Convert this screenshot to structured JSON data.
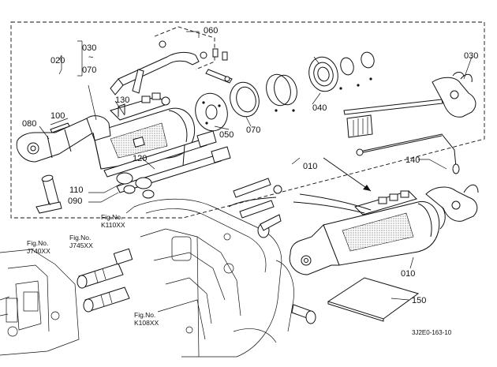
{
  "labels": {
    "p020": "020",
    "p030_top": "030",
    "tilde": "~",
    "p070_range": "070",
    "p060": "060",
    "p030_right": "030",
    "p040": "040",
    "p050": "050",
    "p070": "070",
    "p080": "080",
    "p090": "090",
    "p100": "100",
    "p110": "110",
    "p120": "120",
    "p130": "130",
    "p140": "140",
    "p010_top": "010",
    "p010_right": "010",
    "p150": "150"
  },
  "figure_refs": {
    "k110": {
      "line1": "Fig.No.",
      "line2": "K110XX"
    },
    "j740": {
      "line1": "Fig.No.",
      "line2": "J740XX"
    },
    "j745": {
      "line1": "Fig.No.",
      "line2": "J745XX"
    },
    "k108": {
      "line1": "Fig.No.",
      "line2": "K108XX"
    }
  },
  "diagram_code": "3J2E0-163-10"
}
